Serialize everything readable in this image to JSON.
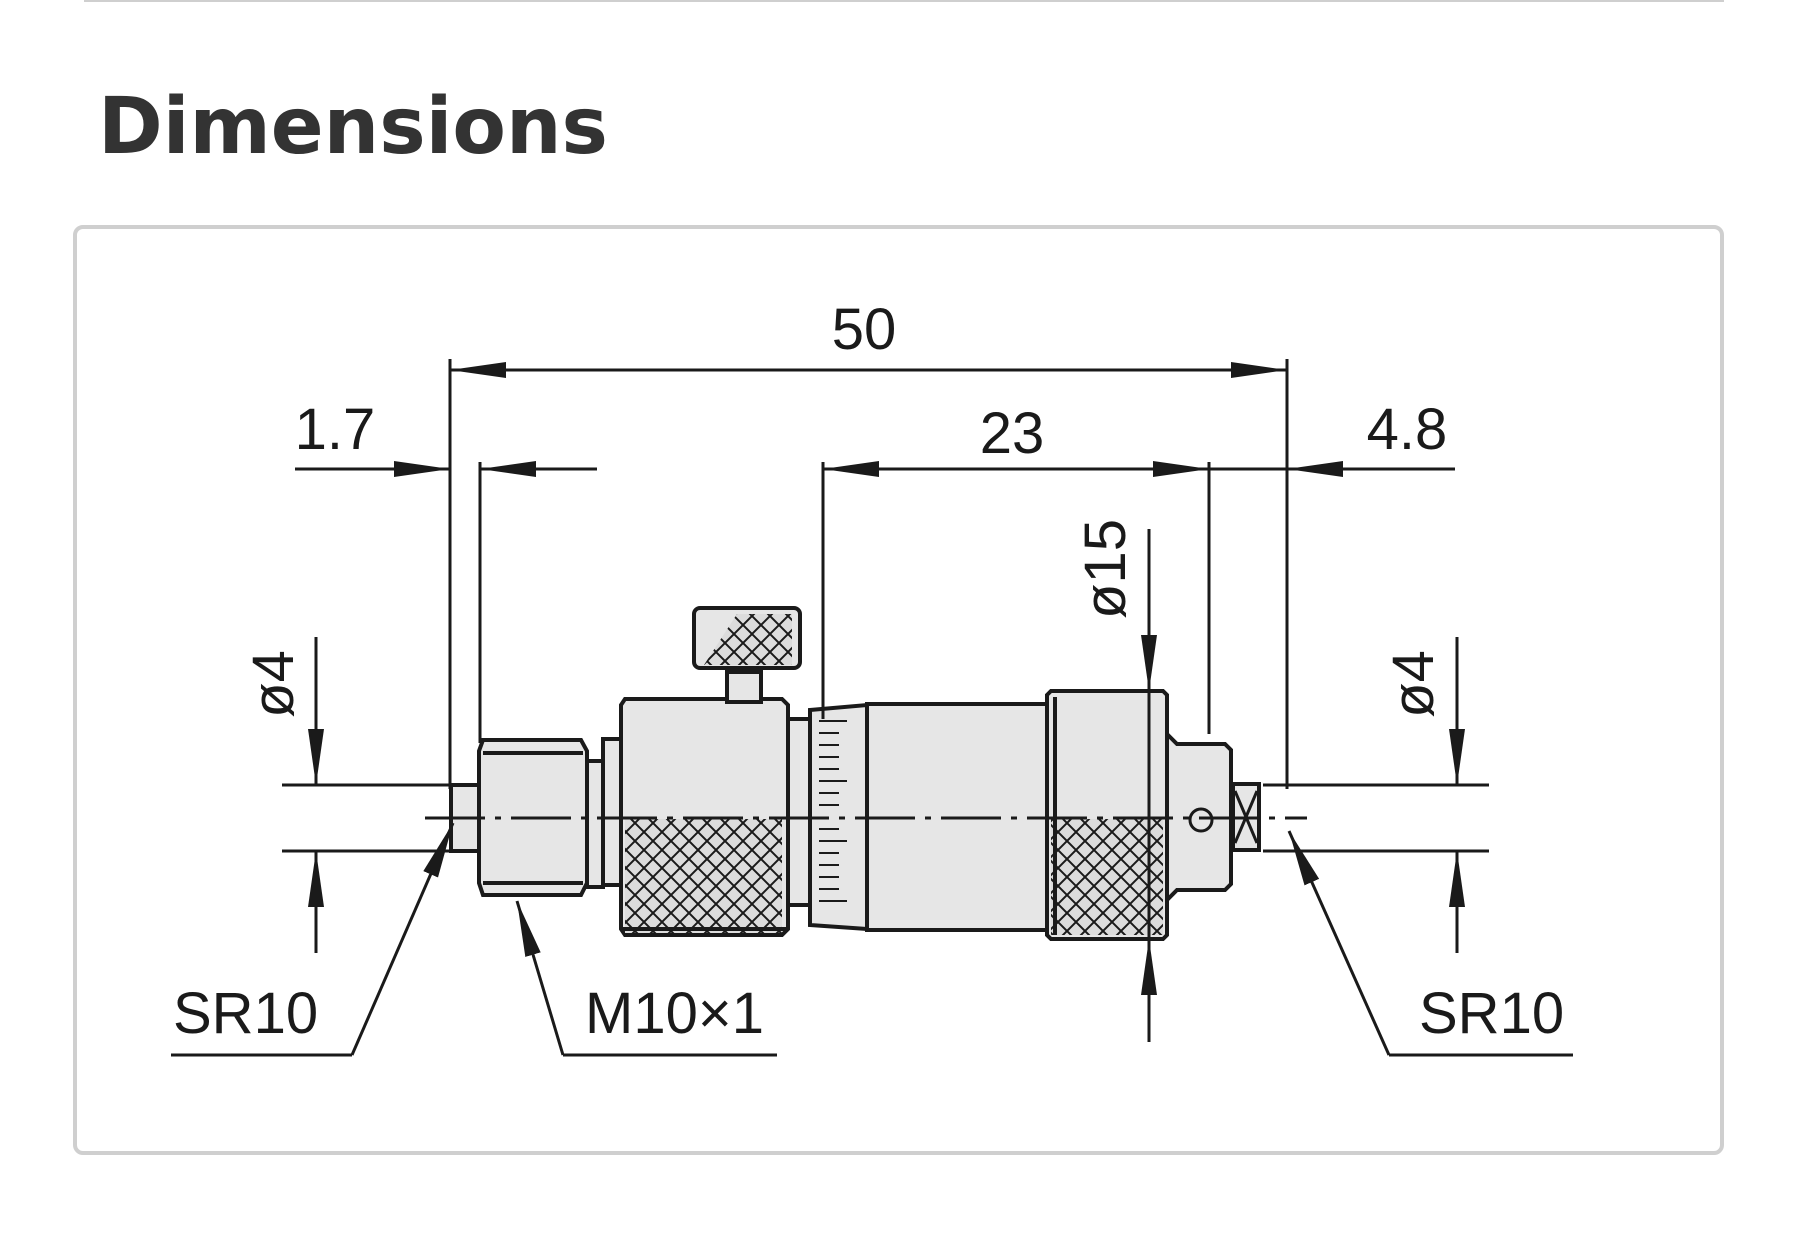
{
  "section": {
    "title": "Dimensions"
  },
  "drawing": {
    "dimensions": {
      "overall_length": "50",
      "left_tip_length": "1.7",
      "spindle_length": "23",
      "right_tip_length": "4.8",
      "left_tip_diameter": "ø4",
      "right_tip_diameter": "ø4",
      "sleeve_diameter": "ø15",
      "left_sphere_radius": "SR10",
      "thread_spec": "M10×1",
      "right_sphere_radius": "SR10"
    },
    "colors": {
      "line": "#1a1a1a",
      "body_fill": "#e6e6e6",
      "knurl_fill": "#d9d9d9",
      "card_border": "#cfcfcf",
      "title": "#333333"
    }
  }
}
